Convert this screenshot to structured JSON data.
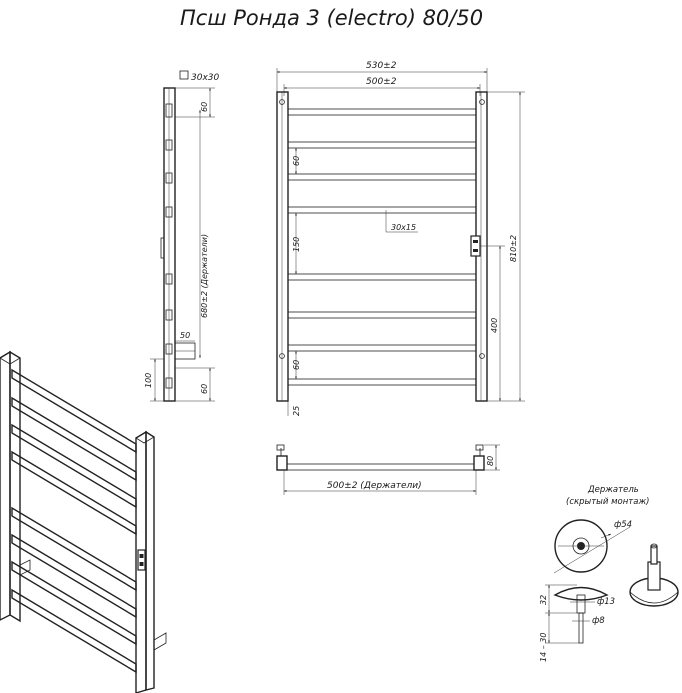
{
  "title": "Псш Ронда 3 (electro) 80/50",
  "colors": {
    "line": "#222222",
    "background": "#ffffff"
  },
  "side_view": {
    "profile": "30x30",
    "dims": {
      "top_gap": "60",
      "holders": "680±2 (Держатели)",
      "depth": "50",
      "bottom_rung": "60",
      "bottom": "100"
    }
  },
  "front_view": {
    "dims": {
      "overall_width": "530±2",
      "inner_width": "500±2",
      "rung_gap": "60",
      "section": "30x15",
      "middle_gap": "150",
      "lower_gap": "60",
      "floor_offset": "25",
      "overall_height": "810±2",
      "connection_height": "400"
    }
  },
  "top_view": {
    "dims": {
      "holders_width": "500±2 (Держатели)",
      "depth": "80"
    }
  },
  "holder": {
    "title": "Держатель",
    "subtitle": "(скрытый монтаж)",
    "dims": {
      "flange": "ф54",
      "pipe": "ф13",
      "pin": "ф8",
      "height": "32",
      "length": "14 – 30"
    }
  }
}
